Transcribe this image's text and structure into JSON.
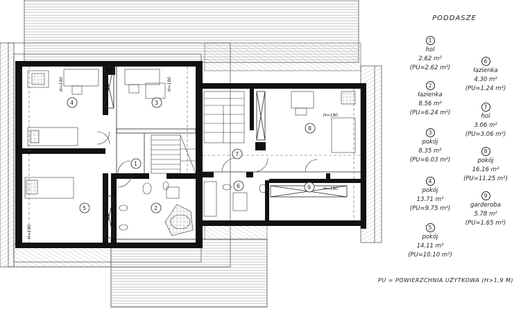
{
  "title": "PODDASZE",
  "rooms": [
    {
      "num": "1",
      "name": "hol",
      "area": "2.62 m²",
      "pu": "(PU=2.62 m²)"
    },
    {
      "num": "2",
      "name": "łazienka",
      "area": "8.56 m²",
      "pu": "(PU=6.24 m²)"
    },
    {
      "num": "3",
      "name": "pokój",
      "area": "8.35 m²",
      "pu": "(PU=6.03 m²)"
    },
    {
      "num": "4",
      "name": "pokój",
      "area": "13.71 m²",
      "pu": "(PU=9.75 m²)"
    },
    {
      "num": "5",
      "name": "pokój",
      "area": "14.11 m²",
      "pu": "(PU=10.10 m²)"
    },
    {
      "num": "6",
      "name": "łazienka",
      "area": "4.30 m²",
      "pu": "(PU=1.24 m²)"
    },
    {
      "num": "7",
      "name": "hol",
      "area": "3.06 m²",
      "pu": "(PU=3.06 m²)"
    },
    {
      "num": "8",
      "name": "pokój",
      "area": "16.16 m²",
      "pu": "(PU=11.25 m²)"
    },
    {
      "num": "9",
      "name": "garderoba",
      "area": "5.78 m²",
      "pu": "(PU=1.65 m²)"
    }
  ],
  "footnote": "PU = POWIERZCHNIA UŻYTKOWA (H>1,9 M)",
  "plan": {
    "height_marks": [
      "H=190",
      "H=190",
      "H=190",
      "H=190",
      "H=190"
    ],
    "room_numbers": [
      "1",
      "2",
      "3",
      "4",
      "5",
      "6",
      "7",
      "8",
      "9"
    ]
  }
}
